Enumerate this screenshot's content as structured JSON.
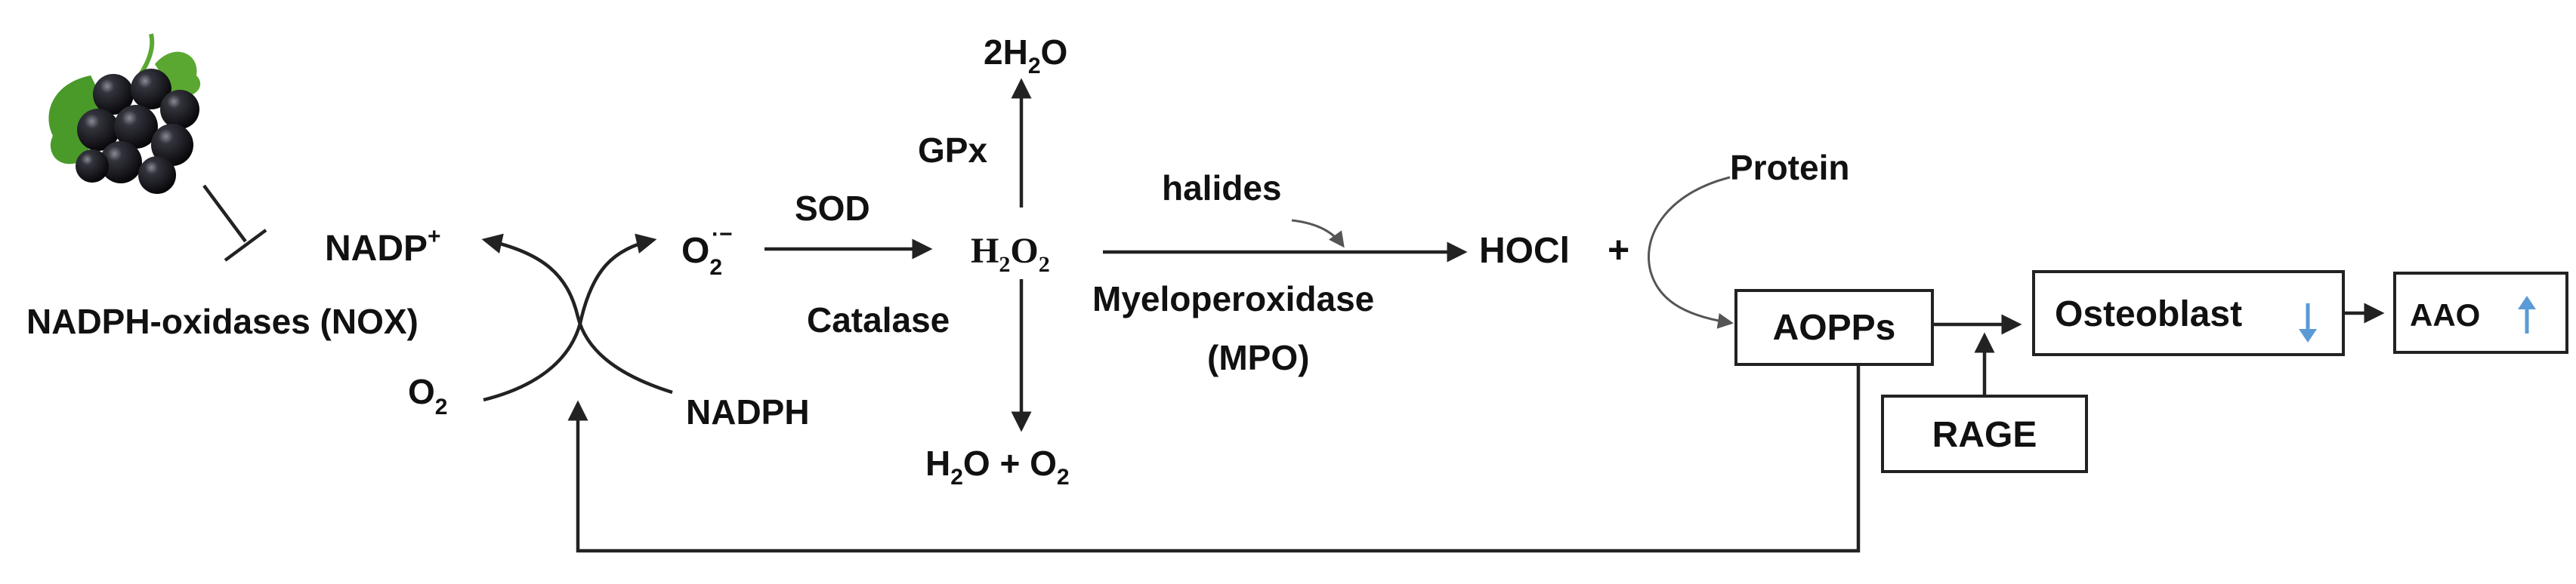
{
  "nodes": {
    "nadp_plus": {
      "main": "NADP",
      "sup": "+"
    },
    "nox": "NADPH-oxidases (NOX)",
    "o2": {
      "main": "O",
      "sub": "2"
    },
    "nadph": "NADPH",
    "superoxide": {
      "main": "O",
      "sub": "2",
      "sup": "·−"
    },
    "sod": "SOD",
    "h2o2": {
      "a": "H",
      "s1": "2",
      "b": "O",
      "s2": "2"
    },
    "gpx": "GPx",
    "two_h2o": {
      "a": "2H",
      "s": "2",
      "b": "O"
    },
    "catalase": "Catalase",
    "h2o_o2": {
      "a": "H",
      "s1": "2",
      "b": "O + O",
      "s2": "2"
    },
    "halides": "halides",
    "mpo_line1": "Myeloperoxidase",
    "mpo_line2": "(MPO)",
    "hocl": "HOCl",
    "plus": "+",
    "protein": "Protein",
    "aopps": "AOPPs",
    "rage": "RAGE",
    "osteoblast": "Osteoblast",
    "aao": "AAO"
  },
  "indicators": {
    "osteoblast": "down",
    "aao": "up",
    "color": "#5b9bd5"
  },
  "inhibitor": {
    "source": "blackcurrant-image",
    "target": "nox",
    "symbol": "inhibition-bar"
  },
  "colors": {
    "stroke": "#222222",
    "text": "#111111",
    "leaf_green": "#4a9a2a",
    "berry": "#15151a"
  }
}
